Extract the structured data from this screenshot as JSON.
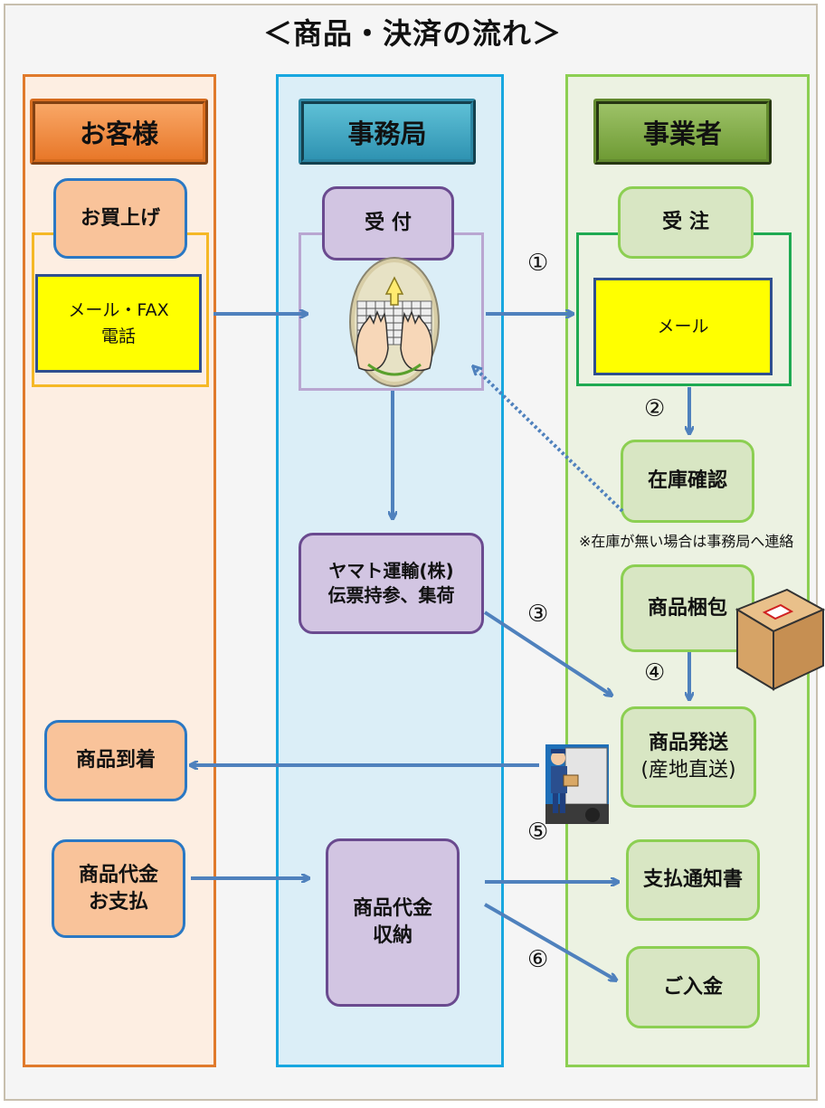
{
  "title": "＜商品・決済の流れ＞",
  "columns": {
    "customer": "お客様",
    "office": "事務局",
    "vendor": "事業者"
  },
  "customer": {
    "purchase": "お買上げ",
    "contact_line1": "メール・FAX",
    "contact_line2": "電話",
    "arrival": "商品到着",
    "payment_line1": "商品代金",
    "payment_line2": "お支払"
  },
  "office": {
    "reception": "受 付",
    "pickup_line1": "ヤマト運輸(株)",
    "pickup_line2": "伝票持参、集荷",
    "collection_line1": "商品代金",
    "collection_line2": "収納"
  },
  "vendor": {
    "order": "受 注",
    "mail": "メール",
    "stock_check": "在庫確認",
    "stock_note": "※在庫が無い場合は事務局へ連絡",
    "packing": "商品梱包",
    "ship_line1": "商品発送",
    "ship_line2": "(産地直送)",
    "notice": "支払通知書",
    "deposit": "ご入金"
  },
  "steps": [
    "①",
    "②",
    "③",
    "④",
    "⑤",
    "⑥"
  ],
  "colors": {
    "customer_border": "#e07a2b",
    "office_border": "#17a7e0",
    "vendor_border": "#8ccf52",
    "arrow": "#4f81bd",
    "highlight_yellow": "#ffff00"
  },
  "icons": [
    "keyboard-hands-icon",
    "cardboard-box-icon",
    "delivery-truck-driver-icon"
  ]
}
